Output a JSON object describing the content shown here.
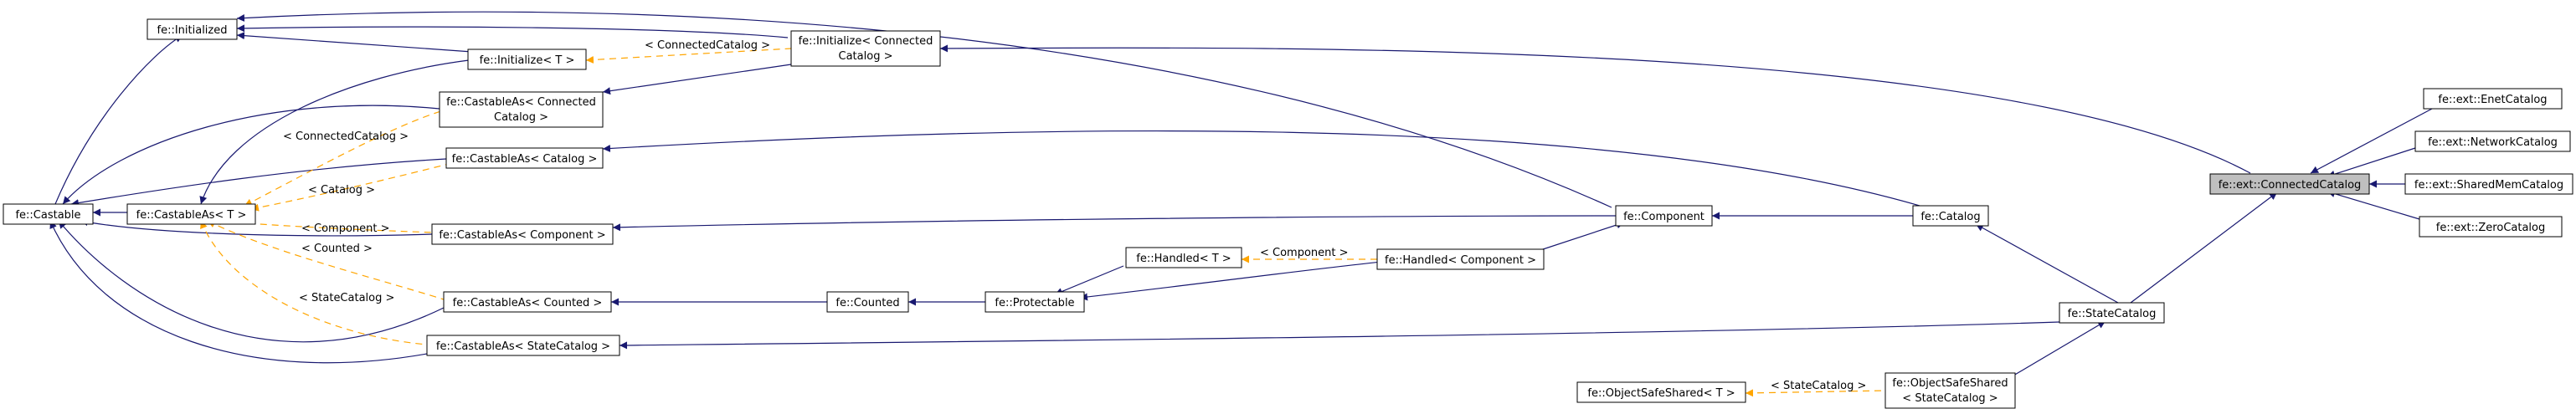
{
  "nodes": {
    "initialized": [
      "fe::Initialized"
    ],
    "castable": [
      "fe::Castable"
    ],
    "castable_as_t": [
      "fe::CastableAs< T >"
    ],
    "initialize_t": [
      "fe::Initialize< T >"
    ],
    "initialize_cc": [
      "fe::Initialize< Connected",
      "Catalog >"
    ],
    "castable_as_cc": [
      "fe::CastableAs< Connected",
      "Catalog >"
    ],
    "castable_as_catalog": [
      "fe::CastableAs< Catalog >"
    ],
    "castable_as_component": [
      "fe::CastableAs< Component >"
    ],
    "castable_as_counted": [
      "fe::CastableAs< Counted >"
    ],
    "castable_as_statecatalog": [
      "fe::CastableAs< StateCatalog >"
    ],
    "counted": [
      "fe::Counted"
    ],
    "protectable": [
      "fe::Protectable"
    ],
    "handled_t": [
      "fe::Handled< T >"
    ],
    "handled_component": [
      "fe::Handled< Component >"
    ],
    "component": [
      "fe::Component"
    ],
    "catalog": [
      "fe::Catalog"
    ],
    "statecatalog": [
      "fe::StateCatalog"
    ],
    "objectsafeshared_t": [
      "fe::ObjectSafeShared< T >"
    ],
    "objectsafeshared_sc": [
      "fe::ObjectSafeShared",
      "< StateCatalog >"
    ],
    "connectedcatalog": [
      "fe::ext::ConnectedCatalog"
    ],
    "enetcatalog": [
      "fe::ext::EnetCatalog"
    ],
    "networkcatalog": [
      "fe::ext::NetworkCatalog"
    ],
    "sharedmemcatalog": [
      "fe::ext::SharedMemCatalog"
    ],
    "zerocatalog": [
      "fe::ext::ZeroCatalog"
    ]
  },
  "edge_labels": {
    "connected_catalog_a": "< ConnectedCatalog >",
    "connected_catalog_b": "< ConnectedCatalog >",
    "catalog": "< Catalog >",
    "component_a": "< Component >",
    "counted": "< Counted >",
    "statecatalog_a": "< StateCatalog >",
    "component_b": "< Component >",
    "statecatalog_b": "< StateCatalog >"
  },
  "colors": {
    "inheritance_edge": "#191970",
    "template_edge": "#ffa500",
    "focus_node_fill": "#bfbfbf"
  }
}
